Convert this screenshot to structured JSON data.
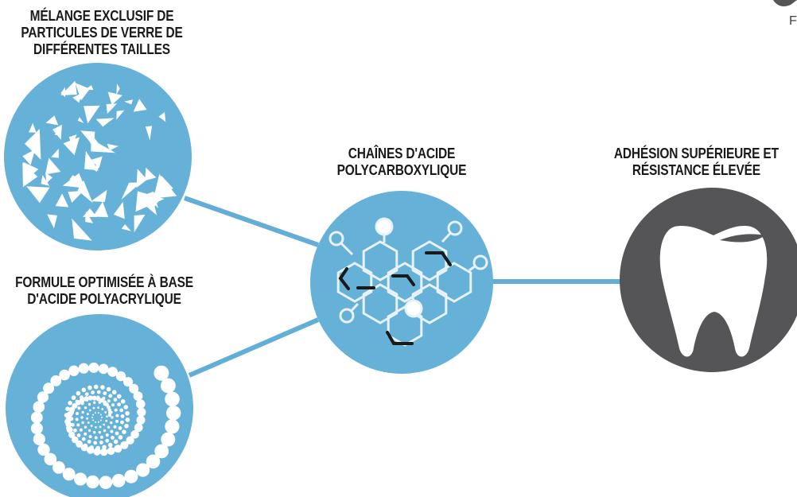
{
  "colors": {
    "blue": "#66b1d8",
    "connector": "#62aed6",
    "dark": "#555558",
    "white": "#ffffff",
    "bond": "#1a1a1a"
  },
  "labels": {
    "glass": [
      "MÉLANGE EXCLUSIF DE",
      "PARTICULES DE VERRE DE",
      "DIFFÉRENTES TAILLES"
    ],
    "acid_formula": [
      "FORMULE OPTIMISÉE À BASE",
      "D'ACIDE POLYACRYLIQUE"
    ],
    "chains": [
      "CHAÎNES D'ACIDE",
      "POLYCARBOXYLIQUE"
    ],
    "result": [
      "ADHÉSION SUPÉRIEURE ET",
      "RÉSISTANCE ÉLEVÉE"
    ]
  },
  "corner_text": "F",
  "icons": {
    "glass": "glass-particles-icon",
    "acid": "particle-spiral-icon",
    "chains": "molecule-hexagon-icon",
    "result": "tooth-icon"
  }
}
